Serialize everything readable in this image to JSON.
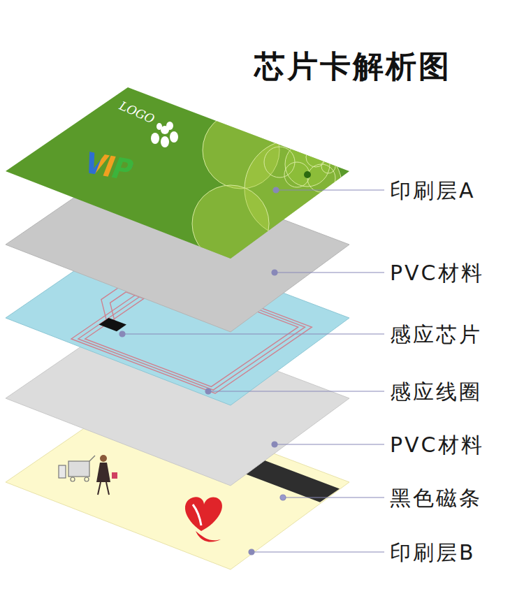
{
  "diagram": {
    "title": "芯片卡解析图",
    "labels": [
      "LOGO",
      "VIP",
      "印刷层A",
      "PVC材料",
      "感应芯片",
      "感应线圈",
      "PVC材料",
      "黑色磁条",
      "印刷层B"
    ]
  }
}
